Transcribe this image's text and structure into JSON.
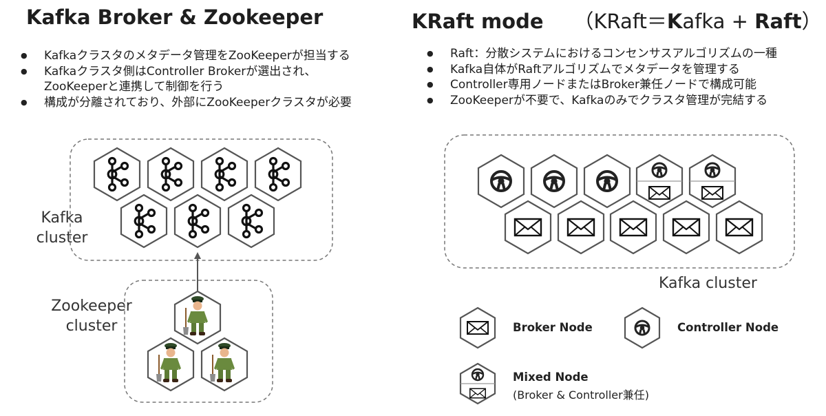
{
  "left": {
    "title": "Kafka Broker & Zookeeper",
    "bullets": [
      "Kafkaクラスタのメタデータ管理をZooKeeperが担当する",
      "Kafkaクラスタ側はController Brokerが選出され、",
      "ZooKeeperと連携して制御を行う",
      "構成が分離されており、外部にZooKeeperクラスタが必要"
    ],
    "kafka_cluster_label": [
      "Kafka",
      "cluster"
    ],
    "zookeeper_cluster_label": [
      "Zookeeper",
      "cluster"
    ]
  },
  "right": {
    "title": "KRaft mode",
    "title_sub": {
      "open": "（KRaft＝",
      "k": "K",
      "afka": "afka + ",
      "raft": "Raft",
      "close": "）"
    },
    "bullets": [
      "Raft：分散システムにおけるコンセンサスアルゴリズムの一種",
      "Kafka自体がRaftアルゴリズムでメタデータを管理する",
      "Controller専用ノードまたはBroker兼任ノードで構成可能",
      "ZooKeeperが不要で、Kafkaのみでクラスタ管理が完結する"
    ],
    "kafka_cluster_label": "Kafka cluster",
    "legend": {
      "broker": "Broker Node",
      "controller": "Controller Node",
      "mixed": "Mixed Node",
      "mixed_sub": "(Broker & Controller兼任)"
    }
  },
  "colors": {
    "hex_stroke": "#555555",
    "dashed_border": "#777777",
    "text": "#1e1e1e"
  },
  "icons": {
    "kafka": "kafka-logo-icon",
    "zookeeper": "zookeeper-worker-icon",
    "controller": "steering-wheel-icon",
    "broker": "envelope-icon"
  }
}
